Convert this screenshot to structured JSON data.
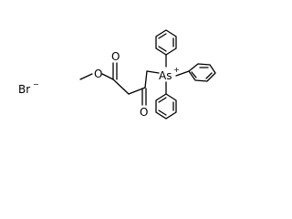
{
  "molecule": {
    "counter_ion": {
      "symbol": "Br",
      "charge": "−"
    },
    "arsenic": {
      "symbol": "As",
      "charge": "+"
    },
    "carbonyl_oxygen_ester": "O",
    "ether_oxygen_ester": "O",
    "ketone_oxygen": "O"
  }
}
